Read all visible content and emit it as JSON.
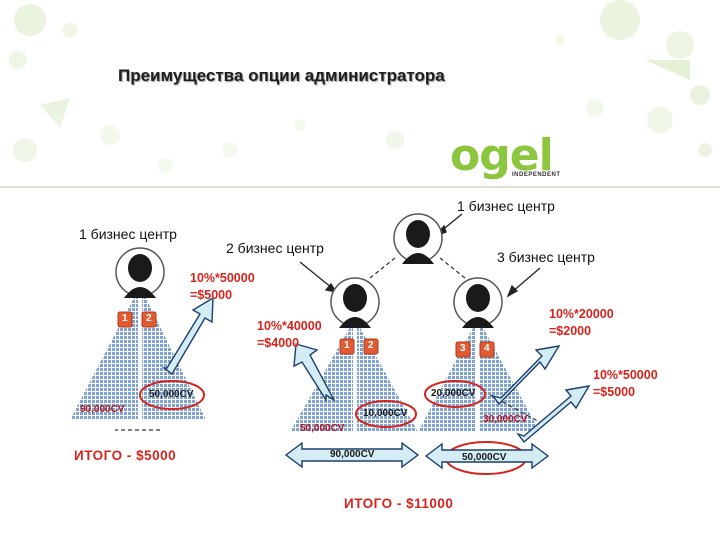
{
  "title": "Преимущества опции администратора",
  "logo": {
    "word": "ogel",
    "sub": "INDEPENDENT"
  },
  "labels": {
    "bc_top": "1 бизнес центр",
    "bc_left": "1 бизнес центр",
    "bc_2": "2 бизнес центр",
    "bc_3": "3 бизнес центр"
  },
  "formulas": {
    "f1_line1": "10%*50000",
    "f1_line2": "=$5000",
    "f2_line1": "10%*40000",
    "f2_line2": "=$4000",
    "f3_line1": "10%*20000",
    "f3_line2": "=$2000",
    "f4_line1": "10%*50000",
    "f4_line2": "=$5000"
  },
  "badges": {
    "l1": "1",
    "l2": "2",
    "m1": "1",
    "m2": "2",
    "r1": "3",
    "r2": "4"
  },
  "cv": {
    "left_circled": "50,000CV",
    "left_base": "90,000CV",
    "mid_circled": "10,000CV",
    "mid_base": "50,000CV",
    "right_circled": "20,000CV",
    "right_base": "30,000CV",
    "arrow_mid": "90,000CV",
    "arrow_right": "50,000CV"
  },
  "totals": {
    "left": "ИТОГО - $5000",
    "bottom": "ИТОГО - $11000"
  },
  "colors": {
    "logo_green": "#8cc63f",
    "accent_red": "#d6231c",
    "pyramid_blue": "#7fa3d6",
    "arrow_fill": "#d4ecf3",
    "arrow_stroke": "#1c3f6e"
  }
}
